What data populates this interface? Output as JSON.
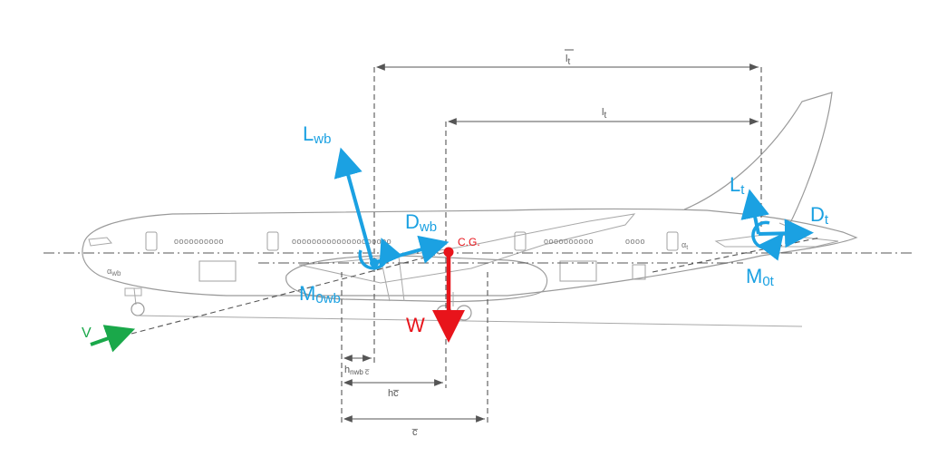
{
  "colors": {
    "force": "#1ba1e2",
    "weight": "#e8141b",
    "velocity": "#1aa84a",
    "lines": "#555555"
  },
  "labels": {
    "lt_bar": "l",
    "lt_bar_sub": "t",
    "lt": "l",
    "lt_sub": "t",
    "Lwb": "L",
    "Lwb_sub": "wb",
    "Dwb": "D",
    "Dwb_sub": "wb",
    "M0wb": "M",
    "M0wb_sub": "0wb",
    "cg": "C.G.",
    "W": "W",
    "V": "V",
    "Lt": "L",
    "Lt_sub": "t",
    "Dt": "D",
    "Dt_sub": "t",
    "M0t": "M",
    "M0t_sub": "0t",
    "alpha_wb": "α",
    "alpha_wb_sub": "wb",
    "alpha_t": "α",
    "alpha_t_sub": "t",
    "h_nwb": "h",
    "h_nwb_sub": "nwb c̅",
    "h_c": "hc̅",
    "c_bar": "c̅"
  }
}
